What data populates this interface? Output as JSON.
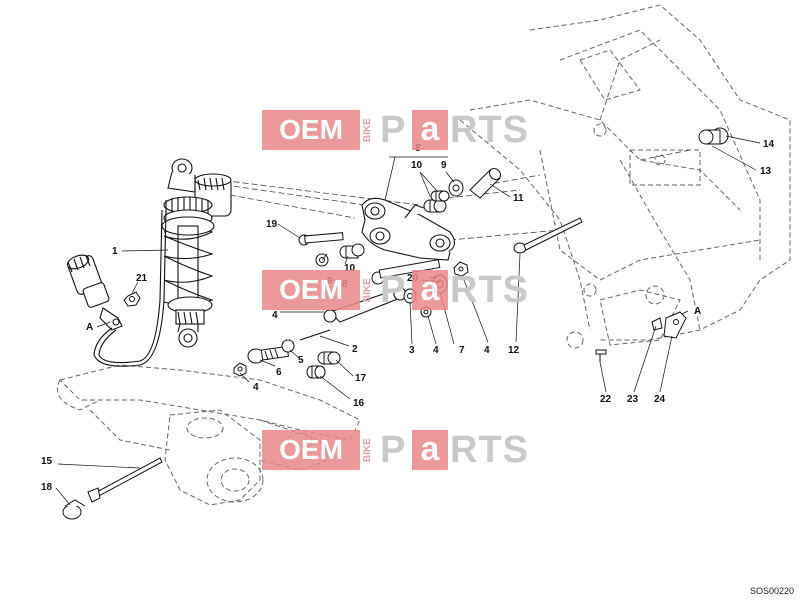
{
  "diagram": {
    "reference_code": "SOS00220",
    "callouts": [
      "1",
      "2",
      "3",
      "4",
      "4",
      "4",
      "4",
      "5",
      "6",
      "7",
      "8",
      "9",
      "9",
      "10",
      "10",
      "11",
      "12",
      "13",
      "14",
      "15",
      "16",
      "17",
      "18",
      "19",
      "20",
      "21",
      "22",
      "23",
      "24",
      "A",
      "A"
    ],
    "watermark": {
      "oem": "OEM",
      "bike": "BIKE",
      "p": "P",
      "a": "a",
      "rts": "RTS"
    }
  }
}
